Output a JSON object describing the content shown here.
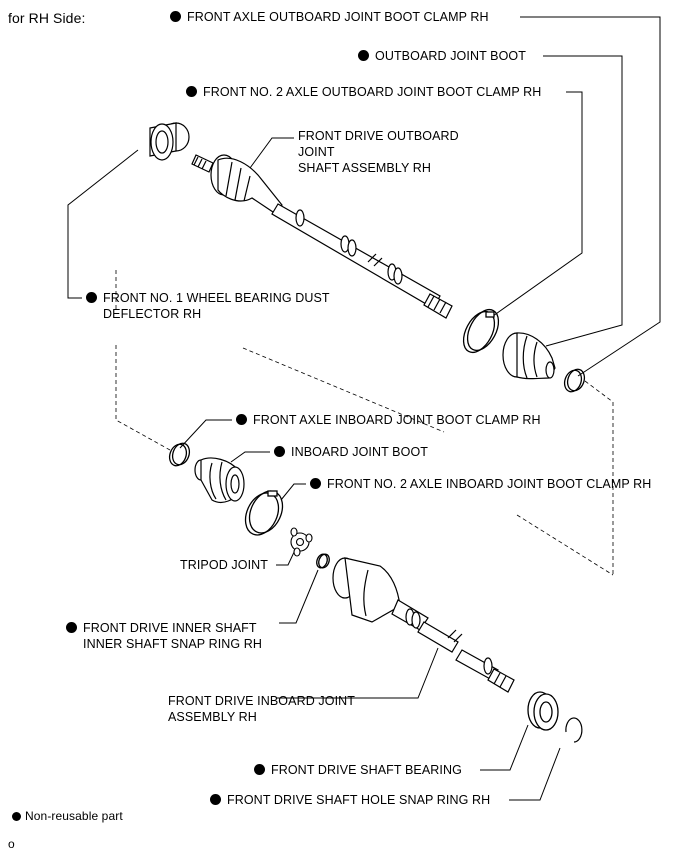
{
  "header": {
    "title": "for RH Side:"
  },
  "labels": {
    "front_axle_outboard_clamp": "FRONT AXLE OUTBOARD JOINT BOOT CLAMP RH",
    "outboard_joint_boot": "OUTBOARD JOINT BOOT",
    "front_no2_outboard_clamp": "FRONT NO. 2 AXLE OUTBOARD JOINT BOOT CLAMP RH",
    "outboard_shaft_line1": "FRONT DRIVE OUTBOARD JOINT",
    "outboard_shaft_line2": "SHAFT ASSEMBLY RH",
    "dust_deflector_line1": "FRONT NO. 1 WHEEL BEARING DUST",
    "dust_deflector_line2": "DEFLECTOR RH",
    "front_axle_inboard_clamp": "FRONT AXLE INBOARD JOINT BOOT CLAMP RH",
    "inboard_joint_boot": "INBOARD JOINT BOOT",
    "front_no2_inboard_clamp": "FRONT NO. 2 AXLE INBOARD JOINT BOOT CLAMP RH",
    "tripod_joint": "TRIPOD JOINT",
    "snap_ring_line1": "FRONT DRIVE INNER SHAFT",
    "snap_ring_line2": "INNER SHAFT SNAP RING RH",
    "inboard_assembly_line1": "FRONT DRIVE INBOARD JOINT",
    "inboard_assembly_line2": "ASSEMBLY RH",
    "shaft_bearing": "FRONT DRIVE SHAFT BEARING",
    "hole_snap_ring": "FRONT DRIVE SHAFT HOLE SNAP RING RH"
  },
  "legend": {
    "non_reusable": "Non-reusable part"
  },
  "footer": {
    "code": "o"
  }
}
